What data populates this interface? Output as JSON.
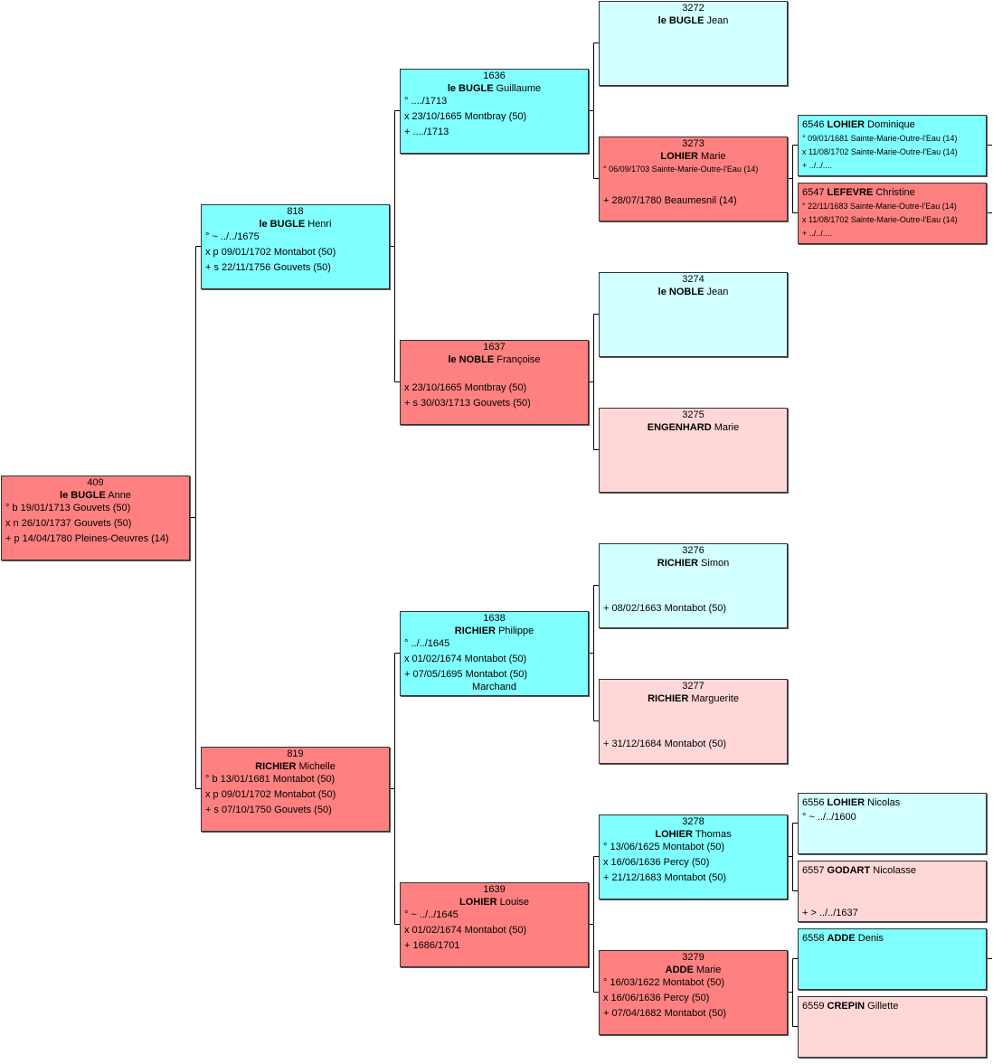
{
  "people": {
    "p409": {
      "sosa": "409",
      "surname": "le BUGLE",
      "given": "Anne",
      "events": [
        "° b 19/01/1713 Gouvets (50)",
        "x n 26/10/1737 Gouvets (50)",
        "+ p 14/04/1780 Pleines-Oeuvres (14)"
      ]
    },
    "p818": {
      "sosa": "818",
      "surname": "le BUGLE",
      "given": "Henri",
      "events": [
        "° ~ ../../1675",
        "x p 09/01/1702 Montabot (50)",
        "+ s 22/11/1756 Gouvets (50)"
      ]
    },
    "p819": {
      "sosa": "819",
      "surname": "RICHIER",
      "given": "Michelle",
      "events": [
        "° b 13/01/1681 Montabot (50)",
        "x p 09/01/1702 Montabot (50)",
        "+ s 07/10/1750 Gouvets (50)"
      ]
    },
    "p1636": {
      "sosa": "1636",
      "surname": "le BUGLE",
      "given": "Guillaume",
      "events": [
        "° ..../1713",
        "x 23/10/1665 Montbray (50)",
        "+ ..../1713"
      ]
    },
    "p1637": {
      "sosa": "1637",
      "surname": "le NOBLE",
      "given": "Françoise",
      "events": [
        "x 23/10/1665 Montbray (50)",
        "+ s 30/03/1713 Gouvets (50)"
      ]
    },
    "p1638": {
      "sosa": "1638",
      "surname": "RICHIER",
      "given": "Philippe",
      "events": [
        "° ../../1645",
        "x 01/02/1674 Montabot (50)",
        "+ 07/05/1695 Montabot (50)"
      ],
      "occupation": "Marchand"
    },
    "p1639": {
      "sosa": "1639",
      "surname": "LOHIER",
      "given": "Louise",
      "events": [
        "° ~ ../../1645",
        "x 01/02/1674 Montabot (50)",
        "+ 1686/1701"
      ]
    },
    "p3272": {
      "sosa": "3272",
      "surname": "le BUGLE",
      "given": "Jean",
      "events": []
    },
    "p3273": {
      "sosa": "3273",
      "surname": "LOHIER",
      "given": "Marie",
      "events": [
        "° 06/09/1703 Sainte-Marie-Outre-l'Eau (14)",
        "+ 28/07/1780 Beaumesnil (14)"
      ]
    },
    "p3274": {
      "sosa": "3274",
      "surname": "le NOBLE",
      "given": "Jean",
      "events": []
    },
    "p3275": {
      "sosa": "3275",
      "surname": "ENGENHARD",
      "given": "Marie",
      "events": []
    },
    "p3276": {
      "sosa": "3276",
      "surname": "RICHIER",
      "given": "Simon",
      "events": [
        "+ 08/02/1663 Montabot (50)"
      ]
    },
    "p3277": {
      "sosa": "3277",
      "surname": "RICHIER",
      "given": "Marguerite",
      "events": [
        "+ 31/12/1684 Montabot (50)"
      ]
    },
    "p3278": {
      "sosa": "3278",
      "surname": "LOHIER",
      "given": "Thomas",
      "events": [
        "° 13/06/1625 Montabot (50)",
        "x 16/06/1636 Percy (50)",
        "+ 21/12/1683 Montabot (50)"
      ]
    },
    "p3279": {
      "sosa": "3279",
      "surname": "ADDE",
      "given": "Marie",
      "events": [
        "° 16/03/1622 Montabot (50)",
        "x 16/06/1636 Percy (50)",
        "+ 07/04/1682 Montabot (50)"
      ]
    },
    "p6546": {
      "sosa": "6546",
      "surname": "LOHIER",
      "given": "Dominique",
      "events": [
        "° 09/01/1681 Sainte-Marie-Outre-l'Eau (14)",
        "x 11/08/1702 Sainte-Marie-Outre-l'Eau (14)",
        "+ ../../...."
      ]
    },
    "p6547": {
      "sosa": "6547",
      "surname": "LEFEVRE",
      "given": "Christine",
      "events": [
        "° 22/11/1683 Sainte-Marie-Outre-l'Eau (14)",
        "x 11/08/1702 Sainte-Marie-Outre-l'Eau (14)",
        "+ ../../...."
      ]
    },
    "p6556": {
      "sosa": "6556",
      "surname": "LOHIER",
      "given": "Nicolas",
      "events": [
        "° ~ ../../1600"
      ]
    },
    "p6557": {
      "sosa": "6557",
      "surname": "GODART",
      "given": "Nicolasse",
      "events": [
        "+ > ../../1637"
      ]
    },
    "p6558": {
      "sosa": "6558",
      "surname": "ADDE",
      "given": "Denis",
      "events": []
    },
    "p6559": {
      "sosa": "6559",
      "surname": "CREPIN",
      "given": "Gillette",
      "events": []
    }
  },
  "colors": {
    "male": "#80ffff",
    "female": "#ff8080",
    "male_light": "#d2ffff",
    "female_light": "#ffd7d7",
    "line": "#000000"
  }
}
